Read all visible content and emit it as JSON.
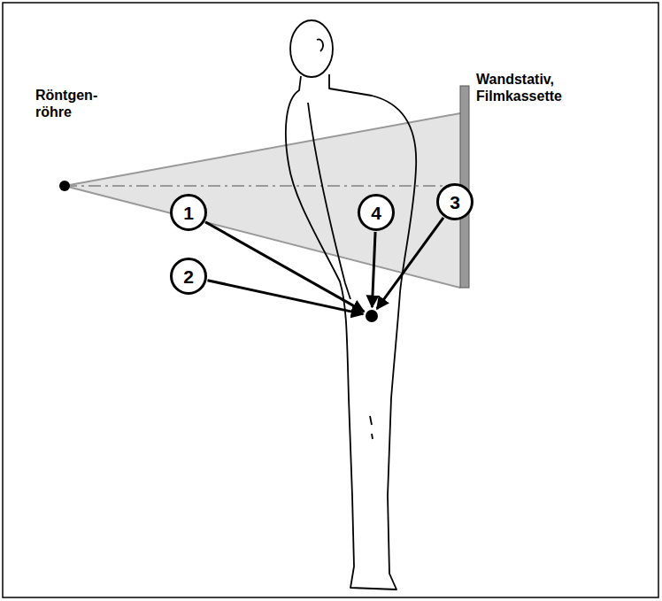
{
  "diagram": {
    "nodes": [
      {
        "text": [
          "1"
        ]
      },
      {
        "text": [
          "2"
        ]
      },
      {
        "text": [
          "3"
        ]
      },
      {
        "text": [
          "4"
        ]
      }
    ],
    "labels": [
      "Röntgen- röhre",
      "Wandstativ, Filmkassette"
    ]
  }
}
